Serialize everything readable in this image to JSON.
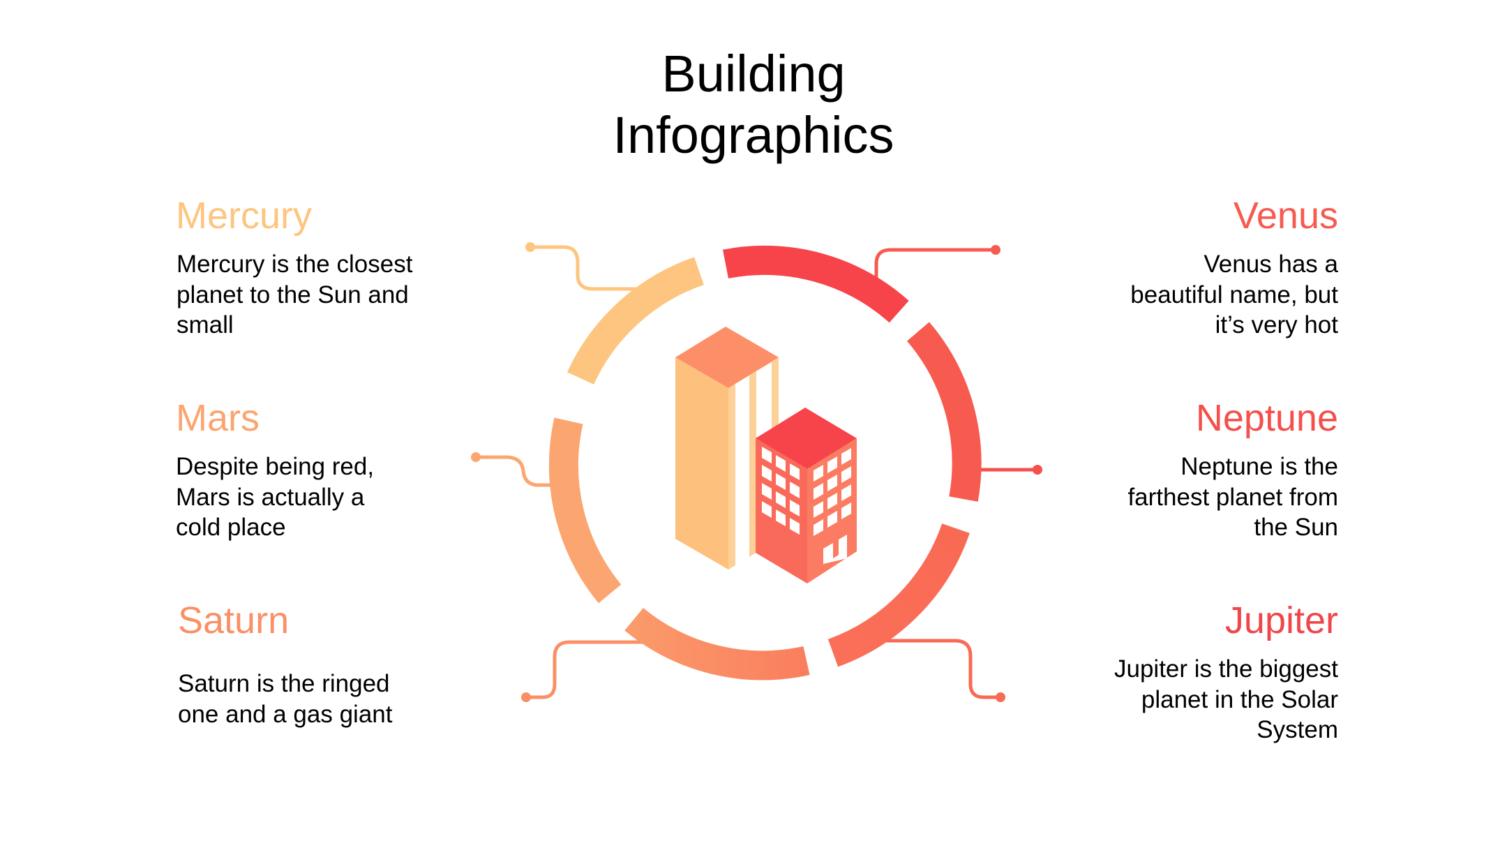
{
  "title": {
    "line1": "Building",
    "line2": "Infographics"
  },
  "items": [
    {
      "name": "Mercury",
      "text": "Mercury is the closest planet to the Sun and small",
      "color": "#fdc57f"
    },
    {
      "name": "Mars",
      "text": "Despite being red, Mars is actually a cold place",
      "color": "#fba670"
    },
    {
      "name": "Saturn",
      "text": "Saturn is the ringed one and a gas giant",
      "color": "#fb8f66"
    },
    {
      "name": "Venus",
      "text": "Venus has a beautiful name, but it’s very hot",
      "color": "#f75a4f"
    },
    {
      "name": "Neptune",
      "text": "Neptune is the farthest planet from the Sun",
      "color": "#f4504c"
    },
    {
      "name": "Jupiter",
      "text": "Jupiter is the biggest planet in the Solar System",
      "color": "#f0464a"
    }
  ],
  "icons": {
    "center": "building-icon"
  }
}
